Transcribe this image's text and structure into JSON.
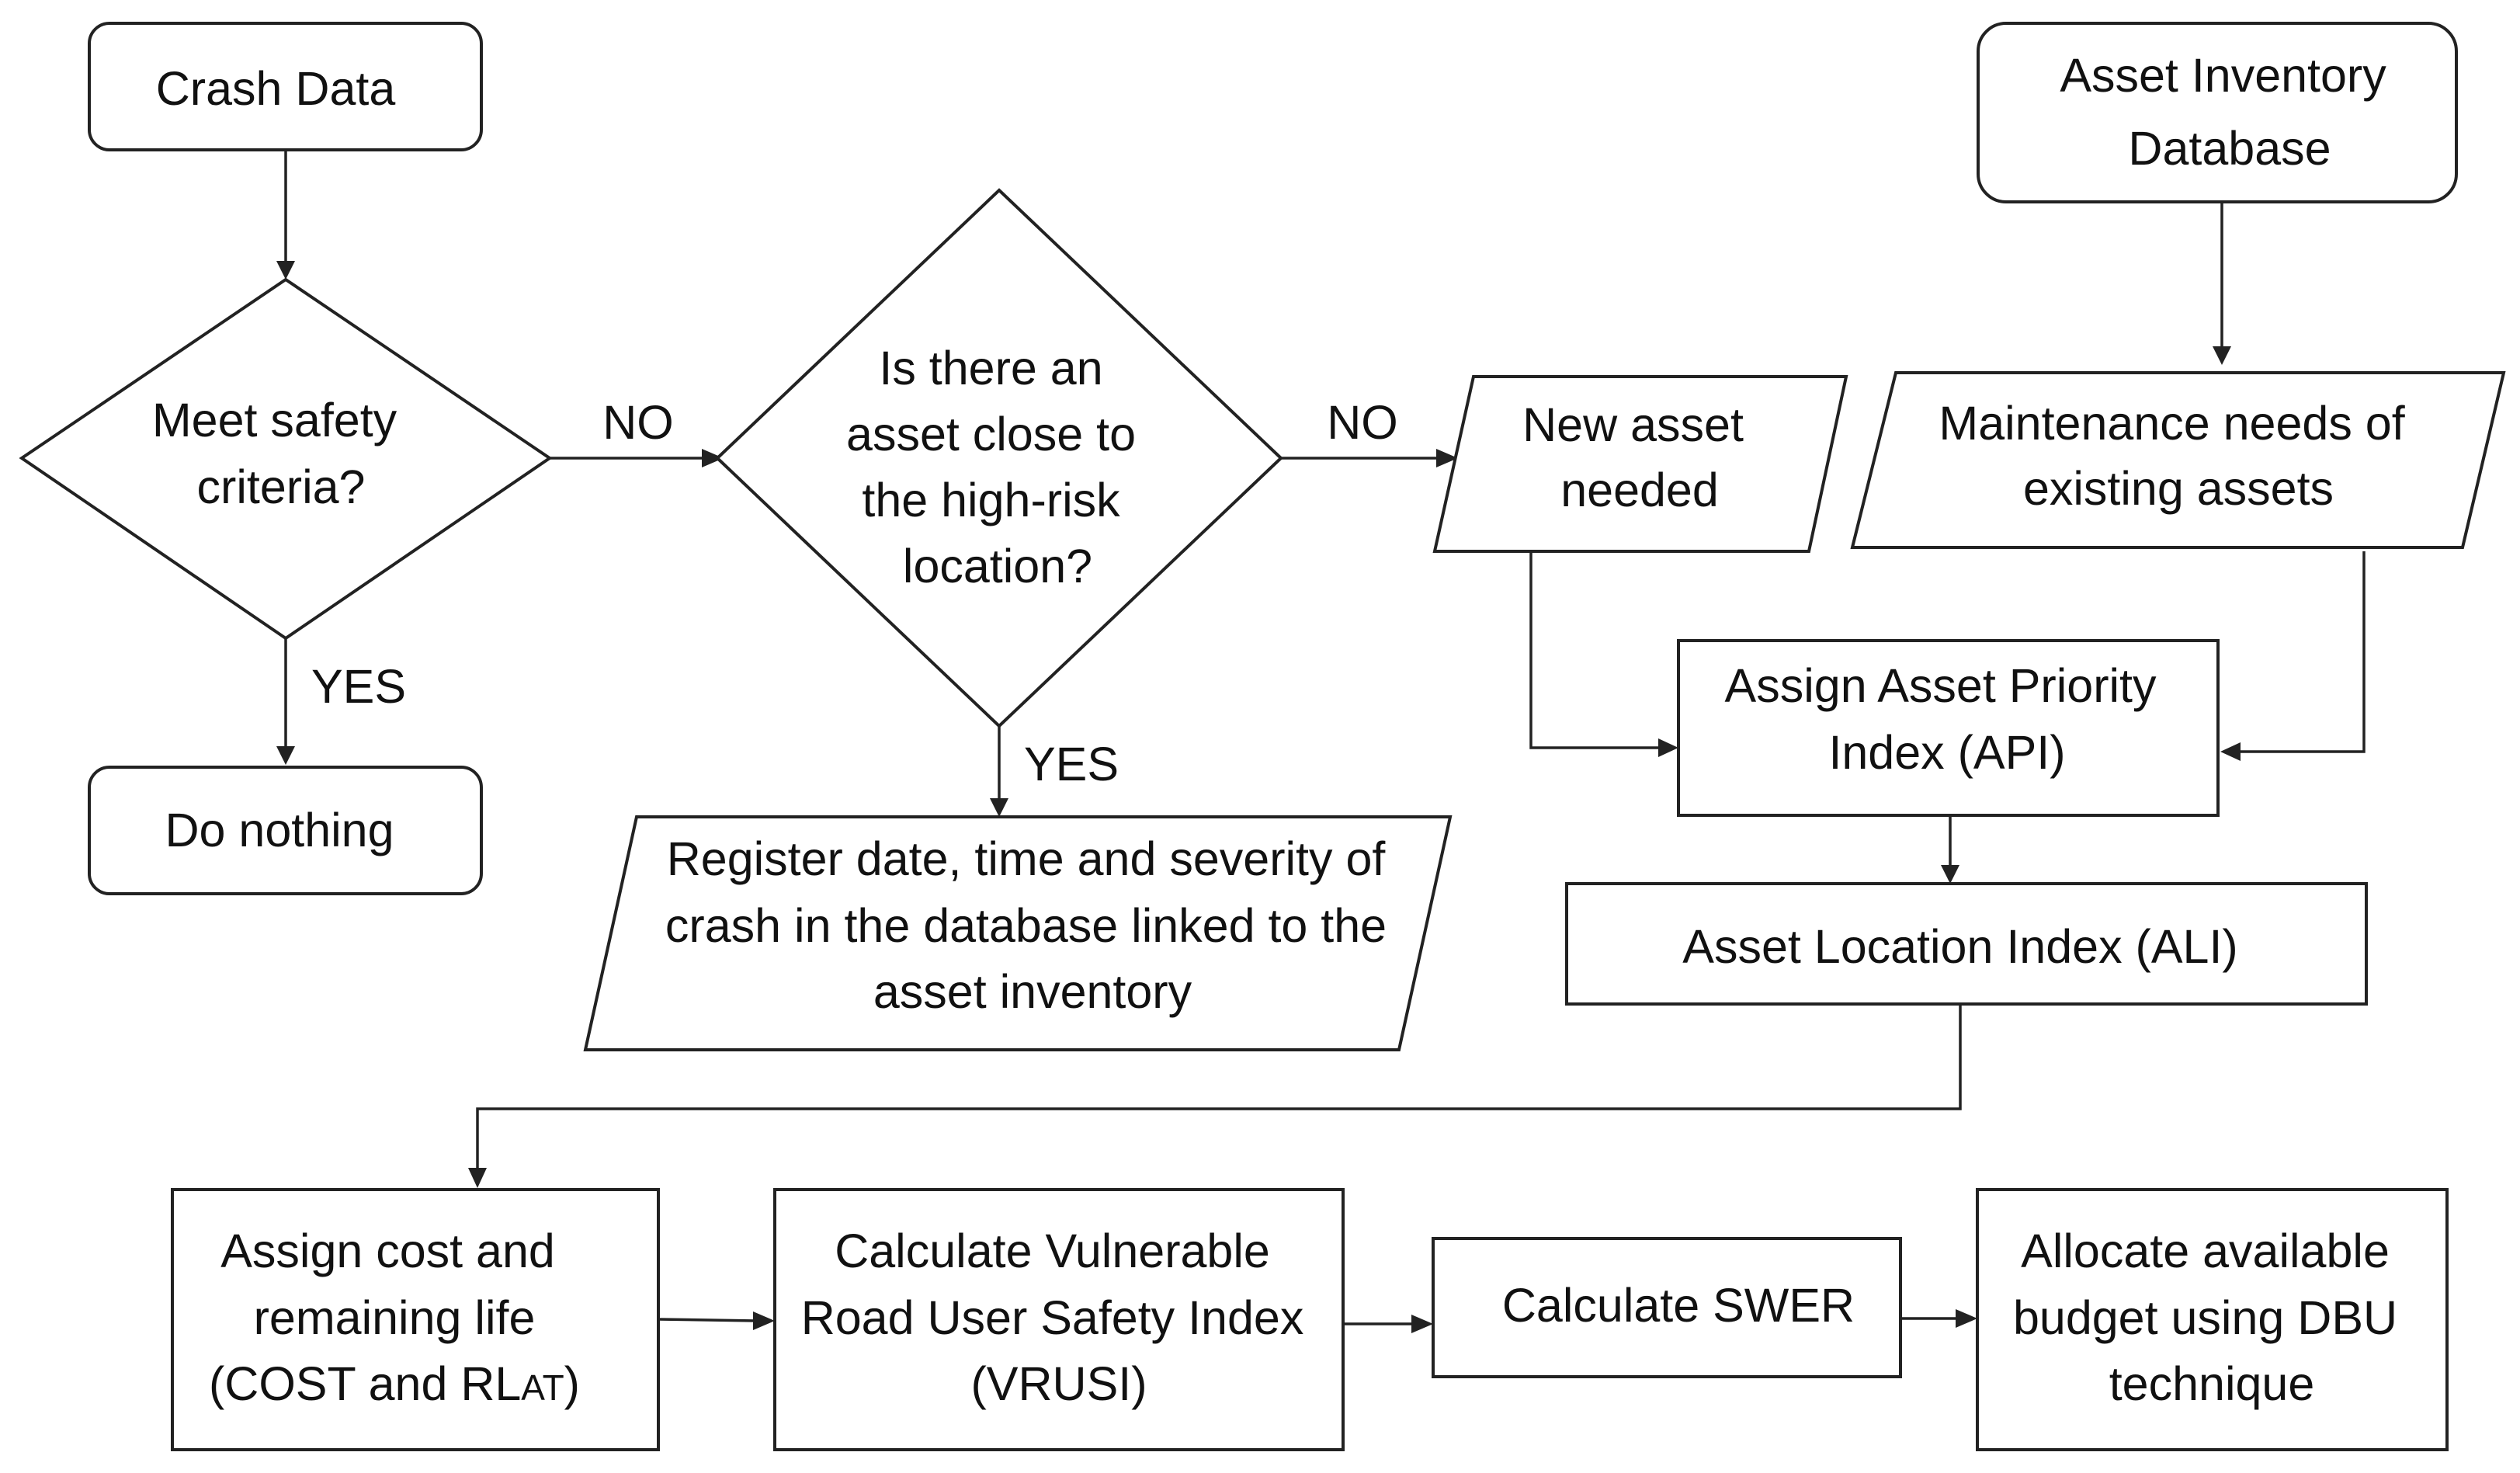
{
  "nodes": {
    "crash_data": "Crash Data",
    "asset_inventory": [
      "Asset Inventory",
      "Database"
    ],
    "meet_safety": [
      "Meet safety",
      "criteria?"
    ],
    "asset_close": [
      "Is there an",
      "asset close to",
      "the high-risk",
      "location?"
    ],
    "new_asset": [
      "New asset",
      "needed"
    ],
    "maintenance": [
      "Maintenance needs of",
      "existing assets"
    ],
    "do_nothing": "Do nothing",
    "register": [
      "Register date, time and severity of",
      "crash in the database linked to the",
      "asset inventory"
    ],
    "api": [
      "Assign Asset Priority",
      "Index (API)"
    ],
    "ali": "Asset Location Index (ALI)",
    "cost": [
      "Assign cost and",
      "remaining life",
      "(COST and RL",
      "AT",
      ")"
    ],
    "vrusi": [
      "Calculate Vulnerable",
      "Road User Safety Index",
      "(VRUSI)"
    ],
    "swer": "Calculate SWER",
    "budget": [
      "Allocate available",
      "budget using DBU",
      "technique"
    ]
  },
  "edge_labels": {
    "safety_no": "NO",
    "safety_yes": "YES",
    "asset_no": "NO",
    "asset_yes": "YES"
  }
}
